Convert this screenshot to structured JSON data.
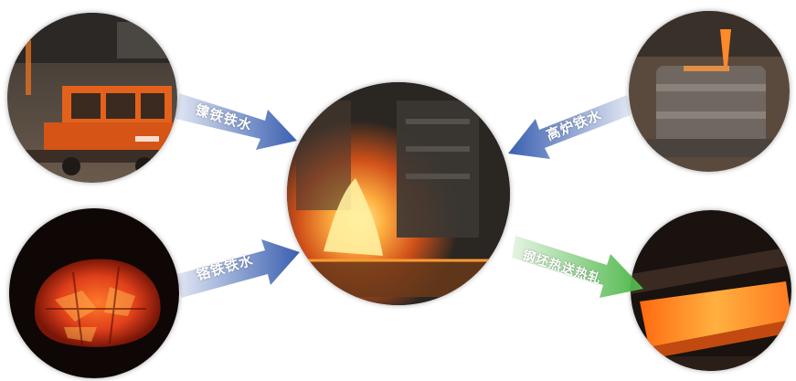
{
  "arrows": {
    "ni_iron": "镍铁铁水",
    "cr_iron": "铬铁铁水",
    "bf_iron": "高炉铁水",
    "hot_rolling": "钢坯热送热轧"
  },
  "colors": {
    "blue_arrow": "#3a5fb0",
    "green_arrow": "#4fb84a",
    "molten": "#ff8a1a",
    "furnace_dark": "#2a2622"
  },
  "images": [
    {
      "name": "truck-photo",
      "content": "orange locomotive in steel plant"
    },
    {
      "name": "molten-slag-photo",
      "content": "glowing molten slag lump"
    },
    {
      "name": "furnace-photo",
      "content": "steel furnace with molten metal"
    },
    {
      "name": "ladle-photo",
      "content": "hot metal ladle"
    },
    {
      "name": "hot-slab-photo",
      "content": "hot-rolled glowing steel slab"
    }
  ]
}
